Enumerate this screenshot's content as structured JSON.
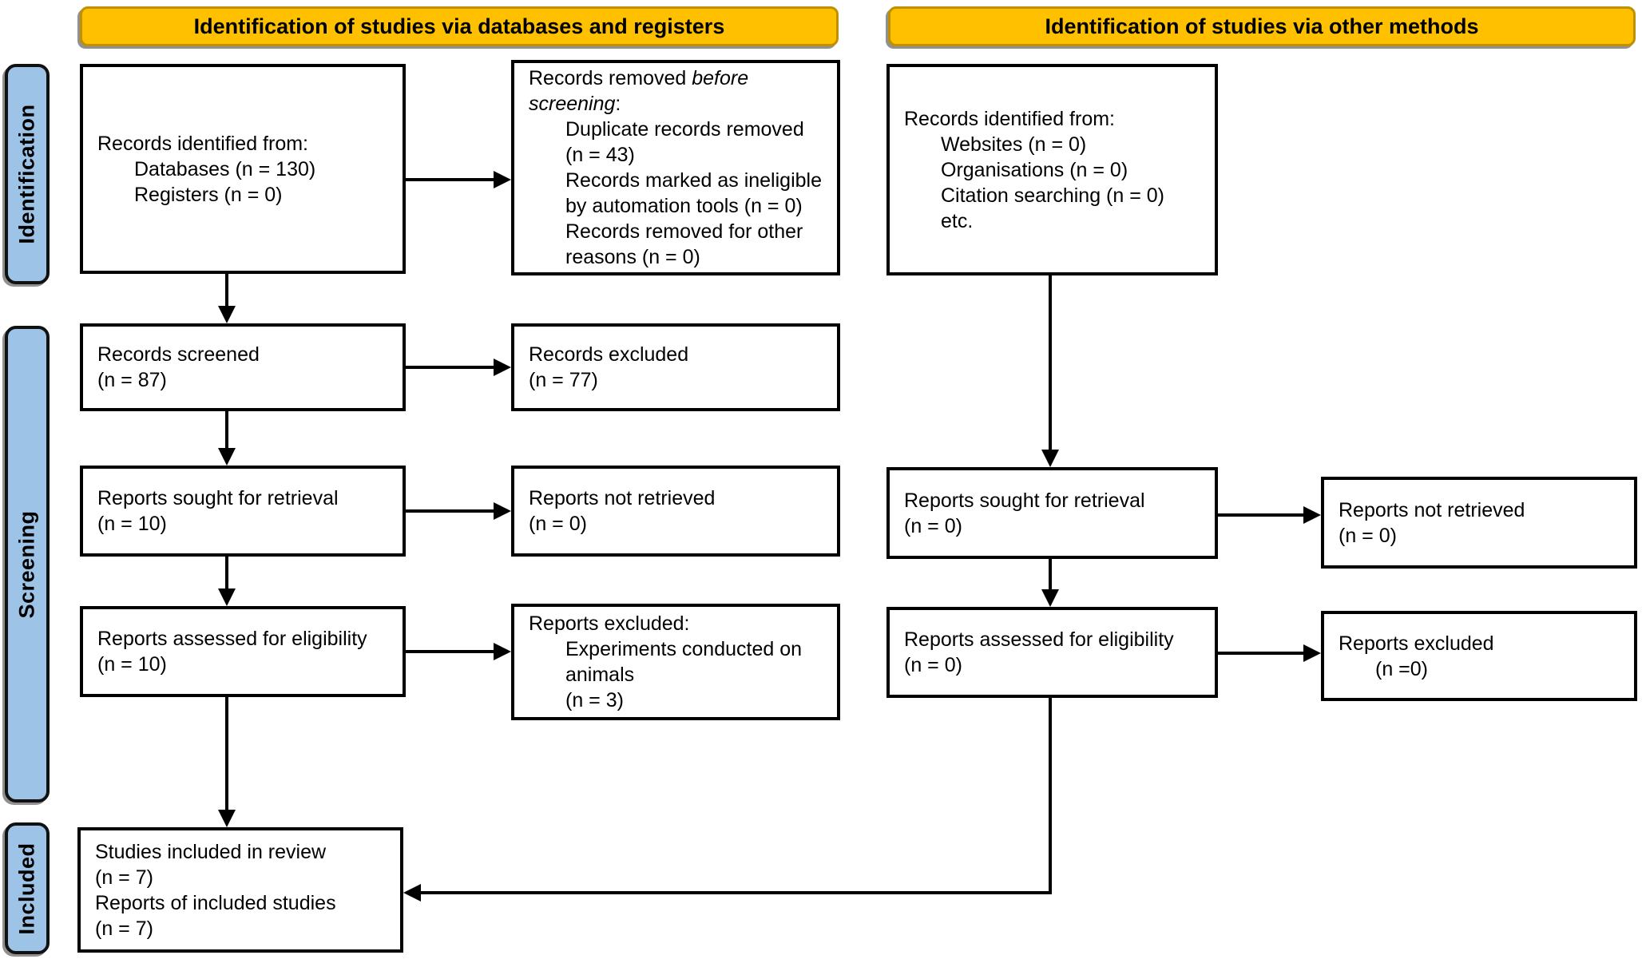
{
  "colors": {
    "header_fill": "#FFC000",
    "header_border": "#BF9000",
    "sidebar_fill": "#9DC3E6",
    "box_bg": "#FFFFFF",
    "box_border": "#000000",
    "arrow": "#000000"
  },
  "headers": {
    "databases": "Identification of studies via databases and registers",
    "other": "Identification of studies via other methods"
  },
  "stages": {
    "identification": "Identification",
    "screening": "Screening",
    "included": "Included"
  },
  "boxes": {
    "records_identified_db": {
      "lines": [
        {
          "ind": 0,
          "seg": [
            {
              "t": "Records identified from:"
            }
          ]
        },
        {
          "ind": 1,
          "seg": [
            {
              "t": "Databases (n = 130)"
            }
          ]
        },
        {
          "ind": 1,
          "seg": [
            {
              "t": "Registers (n = 0)"
            }
          ]
        }
      ]
    },
    "records_removed": {
      "lines": [
        {
          "ind": 0,
          "seg": [
            {
              "t": "Records removed "
            },
            {
              "t": "before",
              "i": true
            }
          ]
        },
        {
          "ind": 0,
          "seg": [
            {
              "t": "screening",
              "i": true
            },
            {
              "t": ":"
            }
          ]
        },
        {
          "ind": 1,
          "seg": [
            {
              "t": "Duplicate records removed"
            }
          ]
        },
        {
          "ind": 1,
          "seg": [
            {
              "t": "(n = 43)"
            }
          ]
        },
        {
          "ind": 1,
          "seg": [
            {
              "t": "Records marked as ineligible"
            }
          ]
        },
        {
          "ind": 1,
          "seg": [
            {
              "t": "by automation tools (n = 0)"
            }
          ]
        },
        {
          "ind": 1,
          "seg": [
            {
              "t": "Records removed for other"
            }
          ]
        },
        {
          "ind": 1,
          "seg": [
            {
              "t": "reasons (n = 0)"
            }
          ]
        }
      ]
    },
    "records_identified_other": {
      "lines": [
        {
          "ind": 0,
          "seg": [
            {
              "t": "Records identified from:"
            }
          ]
        },
        {
          "ind": 1,
          "seg": [
            {
              "t": "Websites (n = 0)"
            }
          ]
        },
        {
          "ind": 1,
          "seg": [
            {
              "t": "Organisations (n = 0)"
            }
          ]
        },
        {
          "ind": 1,
          "seg": [
            {
              "t": "Citation searching (n = 0)"
            }
          ]
        },
        {
          "ind": 1,
          "seg": [
            {
              "t": "etc."
            }
          ]
        }
      ]
    },
    "records_screened": {
      "lines": [
        {
          "ind": 0,
          "seg": [
            {
              "t": "Records screened"
            }
          ]
        },
        {
          "ind": 0,
          "seg": [
            {
              "t": "(n = 87)"
            }
          ]
        }
      ]
    },
    "records_excluded": {
      "lines": [
        {
          "ind": 0,
          "seg": [
            {
              "t": "Records excluded"
            }
          ]
        },
        {
          "ind": 0,
          "seg": [
            {
              "t": "(n = 77)"
            }
          ]
        }
      ]
    },
    "reports_sought": {
      "lines": [
        {
          "ind": 0,
          "seg": [
            {
              "t": "Reports sought for retrieval"
            }
          ]
        },
        {
          "ind": 0,
          "seg": [
            {
              "t": "(n = 10)"
            }
          ]
        }
      ]
    },
    "reports_not_retrieved": {
      "lines": [
        {
          "ind": 0,
          "seg": [
            {
              "t": "Reports not retrieved"
            }
          ]
        },
        {
          "ind": 0,
          "seg": [
            {
              "t": "(n = 0)"
            }
          ]
        }
      ]
    },
    "reports_sought_other": {
      "lines": [
        {
          "ind": 0,
          "seg": [
            {
              "t": "Reports sought for retrieval"
            }
          ]
        },
        {
          "ind": 0,
          "seg": [
            {
              "t": "(n = 0)"
            }
          ]
        }
      ]
    },
    "reports_not_retrieved_other": {
      "lines": [
        {
          "ind": 0,
          "seg": [
            {
              "t": "Reports not retrieved"
            }
          ]
        },
        {
          "ind": 0,
          "seg": [
            {
              "t": "(n = 0)"
            }
          ]
        }
      ]
    },
    "reports_assessed": {
      "lines": [
        {
          "ind": 0,
          "seg": [
            {
              "t": "Reports assessed for eligibility"
            }
          ]
        },
        {
          "ind": 0,
          "seg": [
            {
              "t": "(n = 10)"
            }
          ]
        }
      ]
    },
    "reports_excluded_detail": {
      "lines": [
        {
          "ind": 0,
          "seg": [
            {
              "t": "Reports excluded:"
            }
          ]
        },
        {
          "ind": 1,
          "seg": [
            {
              "t": "Experiments conducted on"
            }
          ]
        },
        {
          "ind": 1,
          "seg": [
            {
              "t": "animals"
            }
          ]
        },
        {
          "ind": 1,
          "seg": [
            {
              "t": "(n = 3)"
            }
          ]
        }
      ]
    },
    "reports_assessed_other": {
      "lines": [
        {
          "ind": 0,
          "seg": [
            {
              "t": "Reports assessed for eligibility"
            }
          ]
        },
        {
          "ind": 0,
          "seg": [
            {
              "t": "(n = 0)"
            }
          ]
        }
      ]
    },
    "reports_excluded_other": {
      "lines": [
        {
          "ind": 0,
          "seg": [
            {
              "t": "Reports excluded"
            }
          ]
        },
        {
          "ind": 1,
          "seg": [
            {
              "t": "(n =0)"
            }
          ]
        }
      ]
    },
    "studies_included": {
      "lines": [
        {
          "ind": 0,
          "seg": [
            {
              "t": "Studies included in review"
            }
          ]
        },
        {
          "ind": 0,
          "seg": [
            {
              "t": "(n = 7)"
            }
          ]
        },
        {
          "ind": 0,
          "seg": [
            {
              "t": "Reports of included studies"
            }
          ]
        },
        {
          "ind": 0,
          "seg": [
            {
              "t": "(n = 7)"
            }
          ]
        }
      ]
    }
  }
}
